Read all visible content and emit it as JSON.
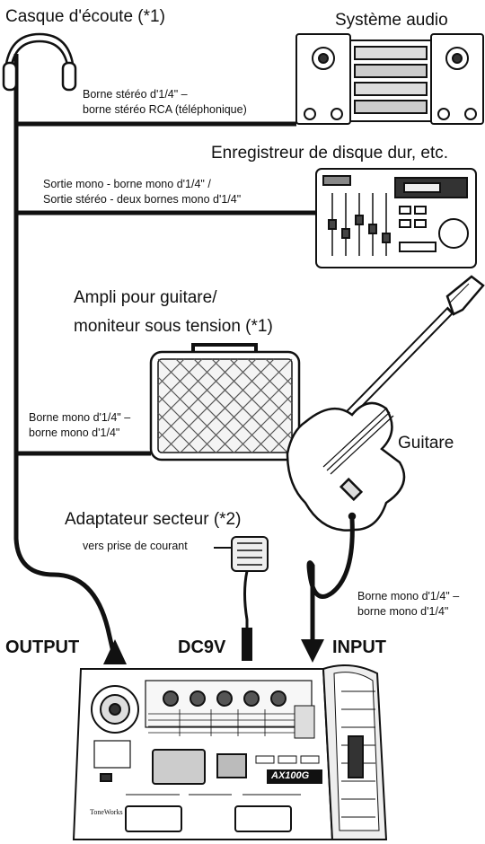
{
  "labels": {
    "headphones": "Casque d'écoute (*1)",
    "audio_system": "Système audio",
    "headphones_cable_line1": "Borne stéréo d'1/4\" –",
    "headphones_cable_line2": "borne stéréo RCA (téléphonique)",
    "recorder": "Enregistreur de disque dur, etc.",
    "recorder_cable_line1": "Sortie mono - borne mono d'1/4\" /",
    "recorder_cable_line2": "Sortie stéréo - deux bornes mono d'1/4\"",
    "amp_line1": "Ampli pour guitare/",
    "amp_line2": "moniteur sous tension (*1)",
    "amp_cable_line1": "Borne mono d'1/4\" –",
    "amp_cable_line2": "borne mono d'1/4\"",
    "guitar": "Guitare",
    "adapter": "Adaptateur secteur (*2)",
    "outlet": "vers prise de courant",
    "guitar_cable_line1": "Borne mono d'1/4\" –",
    "guitar_cable_line2": "borne mono d'1/4\"",
    "output": "OUTPUT",
    "dc9v": "DC9V",
    "input": "INPUT",
    "model": "AX100G",
    "brand": "ToneWorks"
  }
}
